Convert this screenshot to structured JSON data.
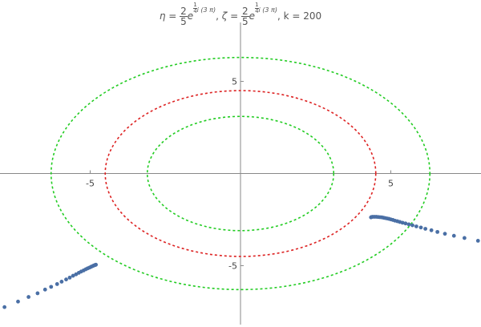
{
  "chart_data": {
    "type": "scatter",
    "title": {
      "eta_symbol": "η",
      "zeta_symbol": "ζ",
      "equals": "=",
      "numerator": "2",
      "denominator": "5",
      "base": "e",
      "exp_num": "1",
      "exp_den": "4",
      "exp_tail": "i (3 π)",
      "separator": ",",
      "k_text": ", k = 200"
    },
    "xlim": [
      -8.0,
      8.0
    ],
    "ylim": [
      -8.2,
      8.2
    ],
    "xticks": [
      -5,
      5
    ],
    "yticks": [
      5,
      -5
    ],
    "grid": false,
    "axis_color": "#888888",
    "tick_label_color": "#444444",
    "circles": [
      {
        "name": "outer",
        "rx": 6.3,
        "ry": 6.3,
        "color": "#22cc22",
        "style": "dashed"
      },
      {
        "name": "middle",
        "rx": 4.5,
        "ry": 4.5,
        "color": "#dd2222",
        "style": "dashed"
      },
      {
        "name": "inner",
        "rx": 3.1,
        "ry": 3.1,
        "color": "#22cc22",
        "style": "dashed"
      }
    ],
    "series": [
      {
        "color": "#4a6fa5",
        "points": [
          [
            -7.85,
            -7.25
          ],
          [
            -7.4,
            -6.95
          ],
          [
            -7.05,
            -6.7
          ],
          [
            -6.75,
            -6.5
          ],
          [
            -6.5,
            -6.3
          ],
          [
            -6.3,
            -6.15
          ],
          [
            -6.1,
            -6.0
          ],
          [
            -5.95,
            -5.87
          ],
          [
            -5.8,
            -5.75
          ],
          [
            -5.68,
            -5.65
          ],
          [
            -5.57,
            -5.55
          ],
          [
            -5.47,
            -5.47
          ],
          [
            -5.38,
            -5.39
          ],
          [
            -5.3,
            -5.32
          ],
          [
            -5.22,
            -5.26
          ],
          [
            -5.15,
            -5.2
          ],
          [
            -5.09,
            -5.15
          ],
          [
            -5.03,
            -5.11
          ],
          [
            -4.98,
            -5.07
          ],
          [
            -4.94,
            -5.04
          ],
          [
            -4.9,
            -5.01
          ],
          [
            -4.86,
            -4.98
          ],
          [
            -4.83,
            -4.96
          ],
          [
            -4.81,
            -4.95
          ],
          [
            7.9,
            -3.65
          ],
          [
            7.45,
            -3.5
          ],
          [
            7.1,
            -3.38
          ],
          [
            6.8,
            -3.27
          ],
          [
            6.55,
            -3.17
          ],
          [
            6.35,
            -3.08
          ],
          [
            6.15,
            -3.0
          ],
          [
            6.0,
            -2.93
          ],
          [
            5.85,
            -2.87
          ],
          [
            5.72,
            -2.81
          ],
          [
            5.6,
            -2.76
          ],
          [
            5.49,
            -2.71
          ],
          [
            5.39,
            -2.67
          ],
          [
            5.3,
            -2.63
          ],
          [
            5.22,
            -2.59
          ],
          [
            5.14,
            -2.56
          ],
          [
            5.07,
            -2.52
          ],
          [
            5.0,
            -2.49
          ],
          [
            4.94,
            -2.46
          ],
          [
            4.88,
            -2.44
          ],
          [
            4.82,
            -2.42
          ],
          [
            4.76,
            -2.4
          ],
          [
            4.7,
            -2.38
          ],
          [
            4.64,
            -2.37
          ],
          [
            4.58,
            -2.36
          ],
          [
            4.52,
            -2.35
          ],
          [
            4.46,
            -2.35
          ],
          [
            4.4,
            -2.35
          ],
          [
            4.36,
            -2.36
          ],
          [
            4.34,
            -2.38
          ]
        ]
      }
    ]
  }
}
